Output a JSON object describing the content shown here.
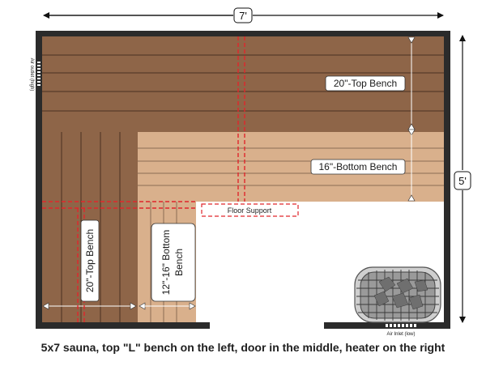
{
  "dimensions": {
    "width_label": "7'",
    "height_label": "5'"
  },
  "benches": {
    "top_bench_back": "20\"-Top Bench",
    "bottom_bench_back": "16\"-Bottom Bench",
    "top_bench_left": "20\"-Top Bench",
    "bottom_bench_left_line1": "12\"-16\" Bottom",
    "bottom_bench_left_line2": "Bench"
  },
  "labels": {
    "floor_support": "Floor Support",
    "air_outlet": "Air outlet (high)",
    "air_inlet": "Air Inlet (low)"
  },
  "caption": "5x7 sauna, top \"L\" bench on the left, door in the middle, heater on the right",
  "colors": {
    "wall": "#2b2b2b",
    "top_bench": "#8e6548",
    "bottom_bench": "#d9b08c",
    "support": "#e0262b"
  }
}
